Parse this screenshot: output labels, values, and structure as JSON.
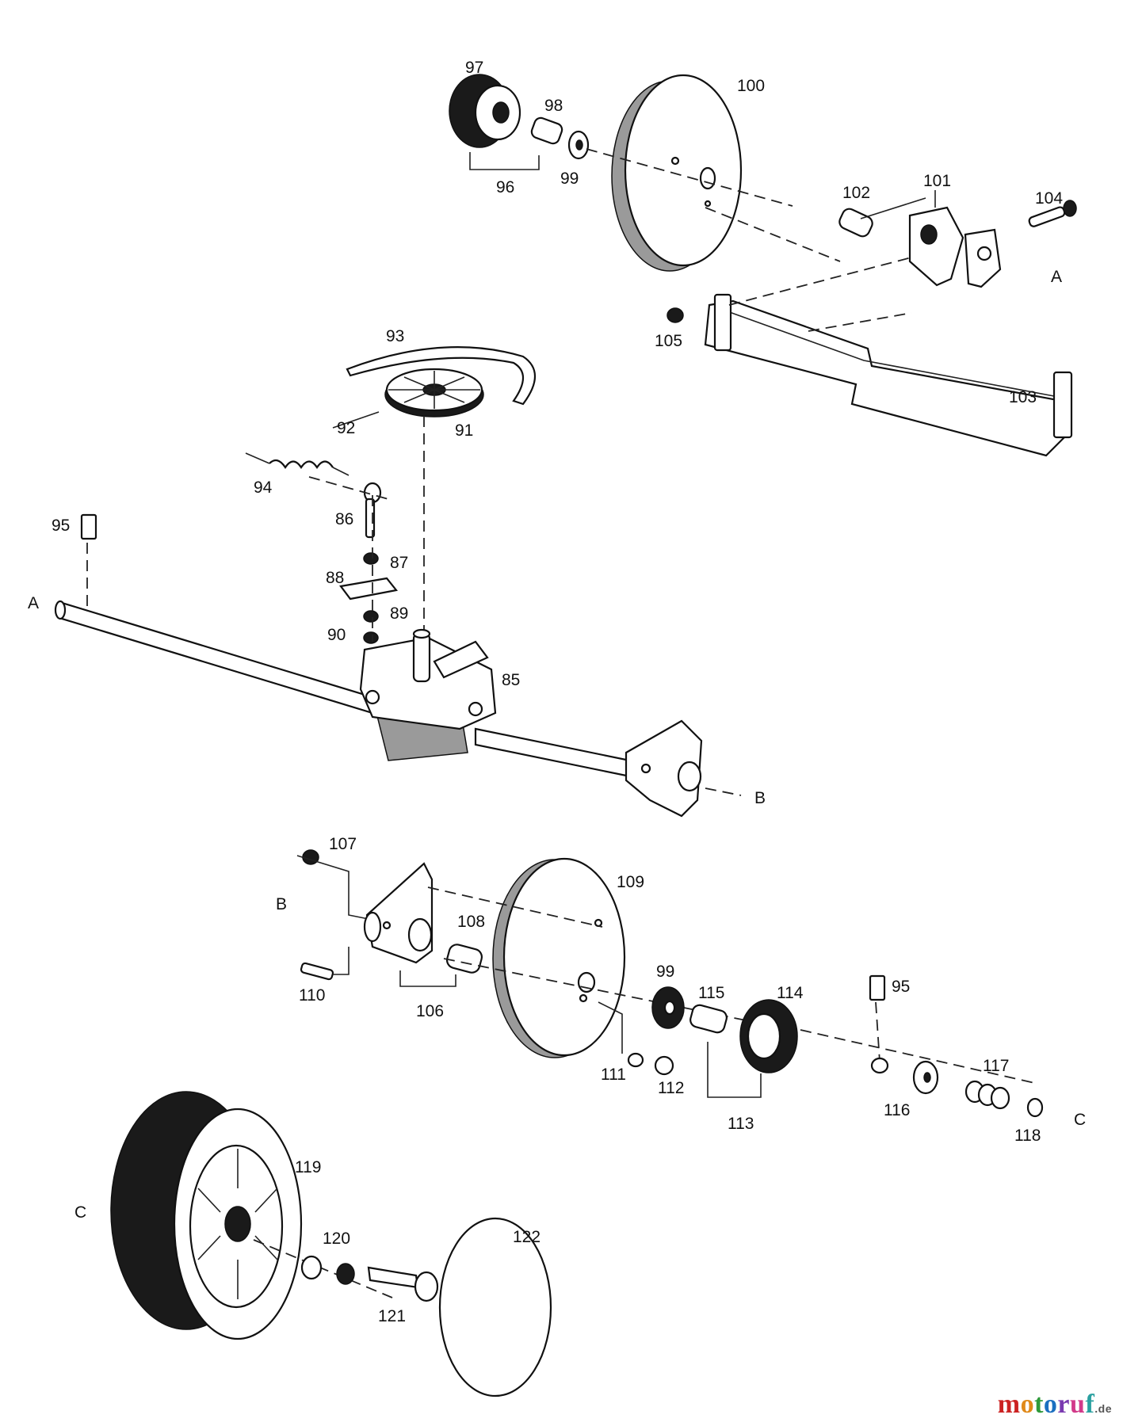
{
  "part_labels": {
    "p97": "97",
    "p98": "98",
    "p96": "96",
    "p99a": "99",
    "p100": "100",
    "p102": "102",
    "p101": "101",
    "p104": "104",
    "p105": "105",
    "p103": "103",
    "p93": "93",
    "p92": "92",
    "p91": "91",
    "p94": "94",
    "p86": "86",
    "p95a": "95",
    "p87": "87",
    "p88": "88",
    "p89": "89",
    "p90": "90",
    "p85": "85",
    "p107": "107",
    "p109": "109",
    "p108": "108",
    "p110": "110",
    "p106": "106",
    "p99b": "99",
    "p115": "115",
    "p114": "114",
    "p95b": "95",
    "p111": "111",
    "p112": "112",
    "p113": "113",
    "p117": "117",
    "p116": "116",
    "p118": "118",
    "p119": "119",
    "p120": "120",
    "p122": "122",
    "p121": "121"
  },
  "ref_labels": {
    "a_top": "A",
    "a_left": "A",
    "b_right": "B",
    "b_left": "B",
    "c_right": "C",
    "c_left": "C"
  },
  "watermark": {
    "brand": [
      "m",
      "o",
      "t",
      "o",
      "r",
      "u",
      "f"
    ],
    "tld": ".de"
  }
}
